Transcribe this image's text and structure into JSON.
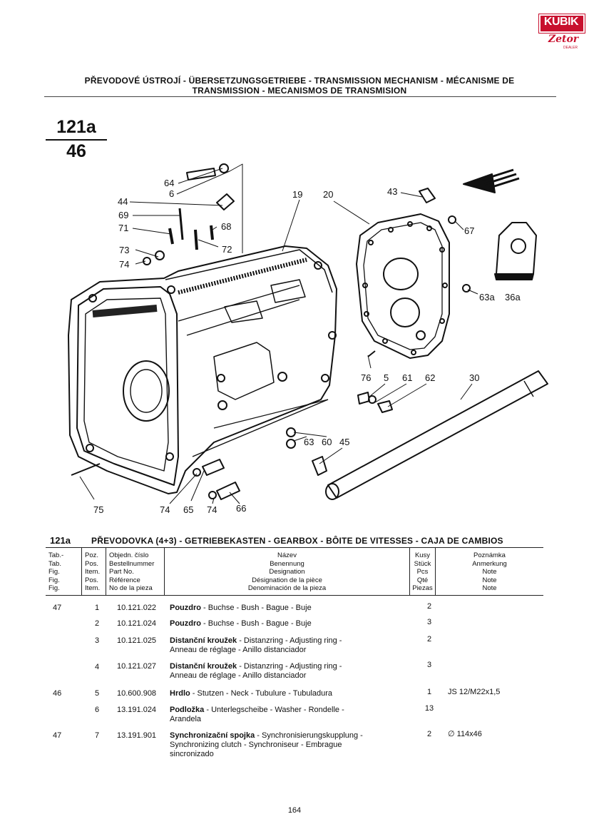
{
  "logo": {
    "brand": "KUBIK",
    "sub": "Zetor",
    "tag": "DEALER"
  },
  "header": {
    "line1": "PŘEVODOVÉ ÚSTROJÍ - ÜBERSETZUNGSGETRIEBE - TRANSMISSION MECHANISM - MÉCANISME DE",
    "line2": "TRANSMISSION - MECANISMOS DE TRANSMISION"
  },
  "section": {
    "number": "121a",
    "figure": "46"
  },
  "callouts": {
    "c64": "64",
    "c6": "6",
    "c44": "44",
    "c69": "69",
    "c71": "71",
    "c68": "68",
    "c72": "72",
    "c73": "73",
    "c74a": "74",
    "c19": "19",
    "c20": "20",
    "c43": "43",
    "c67": "67",
    "c63a": "63a",
    "c36a": "36a",
    "c76": "76",
    "c5": "5",
    "c61": "61",
    "c62": "62",
    "c30": "30",
    "c63": "63",
    "c60": "60",
    "c45": "45",
    "c75": "75",
    "c74b": "74",
    "c65": "65",
    "c74c": "74",
    "c66": "66"
  },
  "table": {
    "code": "121a",
    "title": "PŘEVODOVKA (4+3) - GETRIEBEKASTEN - GEARBOX - BÔITE DE VITESSES - CAJA DE CAMBIOS",
    "headers": {
      "tab": [
        "Tab.-",
        "Tab.",
        "Fig.",
        "Fig.",
        "Fig."
      ],
      "pos": [
        "Poz.",
        "Pos.",
        "Item.",
        "Pos.",
        "Item."
      ],
      "part": [
        "Objedn. číslo",
        "Bestellnummer",
        "Part No.",
        "Référence",
        "No de la pieza"
      ],
      "name": [
        "Název",
        "Benennung",
        "Designation",
        "Désignation de la pièce",
        "Denominación de la pieza"
      ],
      "qty": [
        "Kusy",
        "Stück",
        "Pcs",
        "Qté",
        "Piezas"
      ],
      "note": [
        "Poznámka",
        "Anmerkung",
        "Note",
        "Note",
        "Note"
      ]
    },
    "rows": [
      {
        "tab": "47",
        "pos": "1",
        "part": "10.121.022",
        "name_bold": "Pouzdro",
        "name_rest": " - Buchse - Bush - Bague - Buje",
        "qty": "2",
        "note": ""
      },
      {
        "tab": "",
        "pos": "2",
        "part": "10.121.024",
        "name_bold": "Pouzdro",
        "name_rest": " - Buchse - Bush - Bague - Buje",
        "qty": "3",
        "note": ""
      },
      {
        "tab": "",
        "pos": "3",
        "part": "10.121.025",
        "name_bold": "Distanční kroužek",
        "name_rest": " - Distanzring - Adjusting ring -",
        "name_line2": "Anneau de réglage - Anillo distanciador",
        "qty": "2",
        "note": ""
      },
      {
        "tab": "",
        "pos": "4",
        "part": "10.121.027",
        "name_bold": "Distanční kroužek",
        "name_rest": " - Distanzring - Adjusting ring -",
        "name_line2": "Anneau de réglage - Anillo distanciador",
        "qty": "3",
        "note": ""
      },
      {
        "tab": "46",
        "pos": "5",
        "part": "10.600.908",
        "name_bold": "Hrdlo",
        "name_rest": " - Stutzen - Neck - Tubulure - Tubuladura",
        "qty": "1",
        "note": "JS 12/M22x1,5"
      },
      {
        "tab": "",
        "pos": "6",
        "part": "13.191.024",
        "name_bold": "Podložka",
        "name_rest": " - Unterlegscheibe - Washer - Rondelle -",
        "name_line2": "Arandela",
        "qty": "13",
        "note": ""
      },
      {
        "tab": "47",
        "pos": "7",
        "part": "13.191.901",
        "name_bold": "Synchronizační spojka",
        "name_rest": " - Synchronisierungskupplung -",
        "name_line2": "Synchronizing clutch - Synchroniseur - Embrague",
        "name_line3": "sincronizado",
        "qty": "2",
        "note": "∅ 114x46"
      }
    ]
  },
  "page_number": "164"
}
